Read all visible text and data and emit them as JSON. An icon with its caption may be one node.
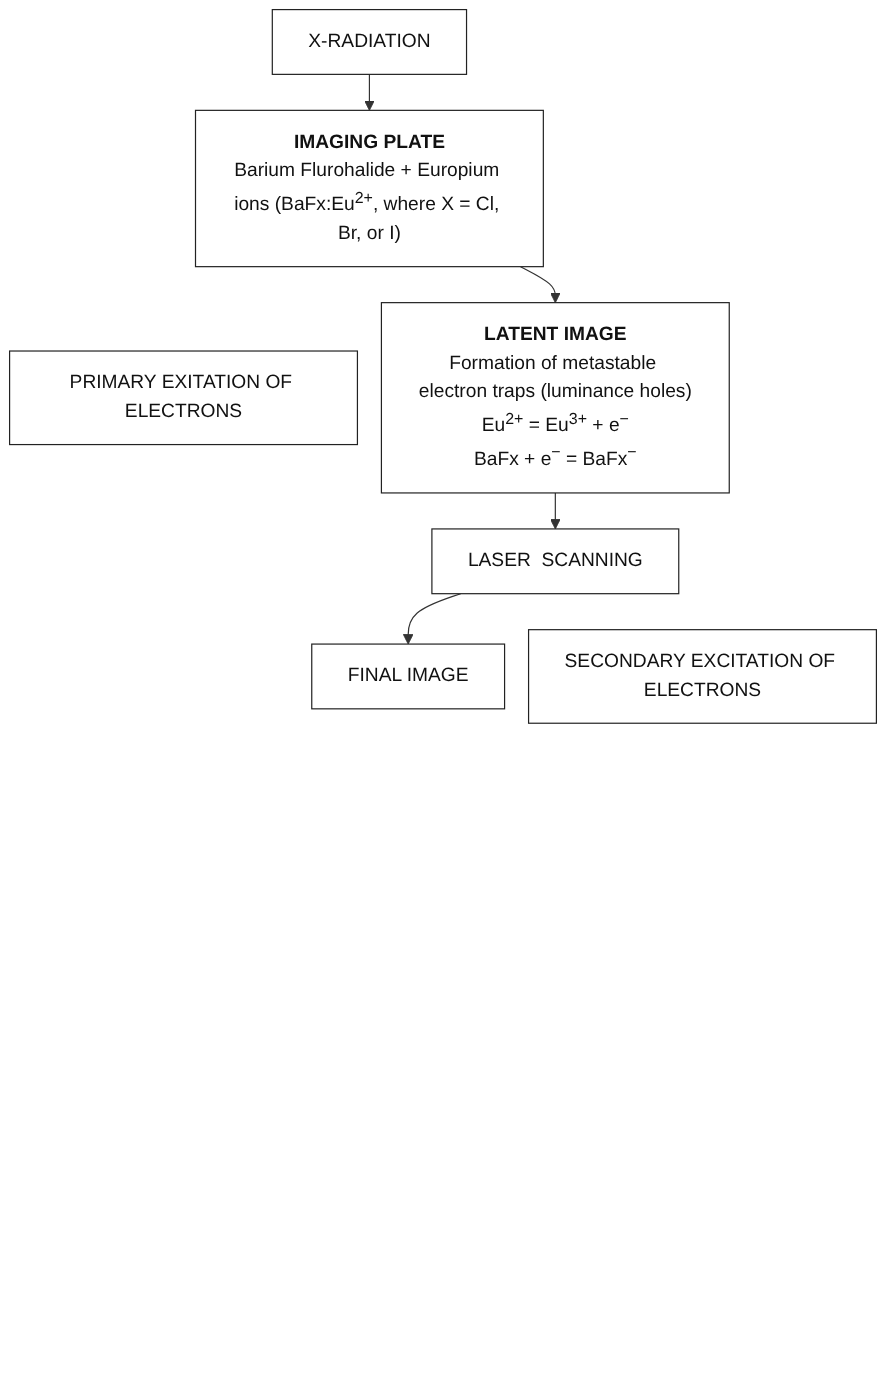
{
  "diagram": {
    "nodes": [
      {
        "text": [
          "X-RADIATION"
        ]
      },
      {
        "text": [
          "IMAGING PLATE",
          "Barium Flurohalide + Europium ions (BaFx:Eu$^{2+}$, where X = Cl, Br, or I)"
        ]
      },
      {
        "text": [
          "PRIMARY EXITATION OF ELECTRONS"
        ]
      },
      {
        "text": [
          "LATENT IMAGE",
          "Formation of metastable electron traps (luminance holes)",
          "Eu$^{2+}$ = Eu$^{3+}$ + e$^{−}$",
          "BaFx + e$^{−}$ = BaFx$^{−}$"
        ]
      },
      {
        "text": [
          "LASER  SCANNING"
        ]
      },
      {
        "text": [
          "SECONDARY EXCITATION OF ELECTRONS"
        ]
      },
      {
        "text": [
          "FINAL IMAGE"
        ]
      }
    ],
    "edges": [
      {
        "from": 0,
        "to": 1,
        "arrow": "to"
      },
      {
        "from": 1,
        "to": 3,
        "arrow": "to"
      },
      {
        "from": 3,
        "to": 4,
        "arrow": "to"
      },
      {
        "from": 4,
        "to": 6,
        "arrow": "to"
      }
    ]
  }
}
